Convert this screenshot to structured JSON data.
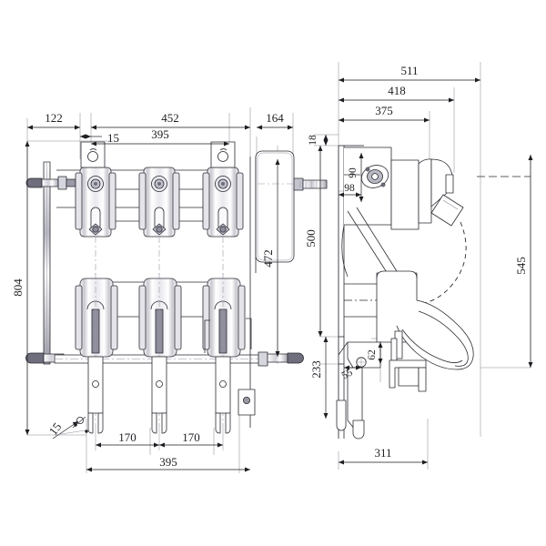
{
  "drawing": {
    "type": "engineering-drawing",
    "title_visible": false,
    "background_color": "#ffffff",
    "line_color": "#2b2b33",
    "dimension_color": "#1d1d22",
    "hatch_color": "#5a5a66",
    "views": [
      {
        "name": "front-view",
        "description": "Three-pole load break switch front elevation with three insulator pole assemblies, upper and lower contact blocks, operating shaft and blade assemblies"
      },
      {
        "name": "side-view",
        "description": "Side elevation showing mounting frame, operating mechanism, arc chute and blade travel arc"
      }
    ],
    "dimensions": {
      "front": [
        {
          "name": "dim-122",
          "value": "122",
          "orientation": "horizontal"
        },
        {
          "name": "dim-452",
          "value": "452",
          "orientation": "horizontal"
        },
        {
          "name": "dim-395-top",
          "value": "395",
          "orientation": "horizontal"
        },
        {
          "name": "dim-164",
          "value": "164",
          "orientation": "horizontal"
        },
        {
          "name": "dim-15-top",
          "value": "15",
          "orientation": "horizontal"
        },
        {
          "name": "dim-804",
          "value": "804",
          "orientation": "vertical"
        },
        {
          "name": "dim-472",
          "value": "472",
          "orientation": "vertical"
        },
        {
          "name": "dim-15-bottom",
          "value": "15",
          "orientation": "angled"
        },
        {
          "name": "dim-170-left",
          "value": "170",
          "orientation": "horizontal"
        },
        {
          "name": "dim-170-right",
          "value": "170",
          "orientation": "horizontal"
        },
        {
          "name": "dim-395-bottom",
          "value": "395",
          "orientation": "horizontal"
        }
      ],
      "side": [
        {
          "name": "dim-511",
          "value": "511",
          "orientation": "horizontal"
        },
        {
          "name": "dim-418",
          "value": "418",
          "orientation": "horizontal"
        },
        {
          "name": "dim-375",
          "value": "375",
          "orientation": "horizontal"
        },
        {
          "name": "dim-18",
          "value": "18",
          "orientation": "vertical"
        },
        {
          "name": "dim-90",
          "value": "90",
          "orientation": "vertical"
        },
        {
          "name": "dim-98",
          "value": "98",
          "orientation": "horizontal"
        },
        {
          "name": "dim-500",
          "value": "500",
          "orientation": "vertical"
        },
        {
          "name": "dim-545",
          "value": "545",
          "orientation": "vertical"
        },
        {
          "name": "dim-233",
          "value": "233",
          "orientation": "vertical"
        },
        {
          "name": "dim-62",
          "value": "62",
          "orientation": "vertical"
        },
        {
          "name": "dim-55",
          "value": "55",
          "orientation": "horizontal"
        },
        {
          "name": "dim-311",
          "value": "311",
          "orientation": "horizontal"
        }
      ]
    }
  }
}
